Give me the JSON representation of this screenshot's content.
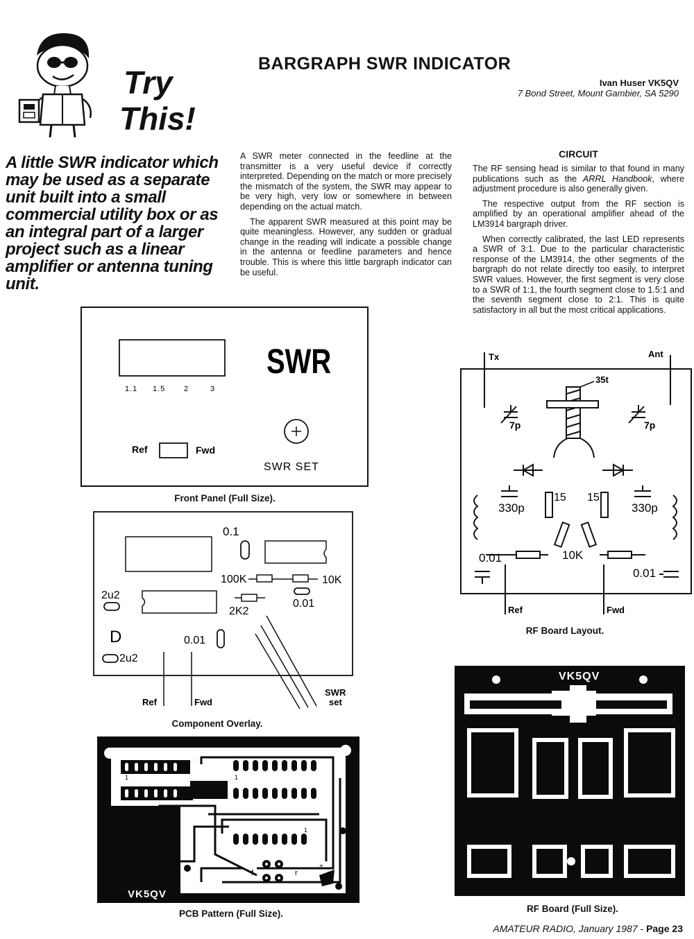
{
  "header": {
    "title": "BARGRAPH SWR INDICATOR",
    "author": "Ivan Huser VK5QV",
    "address": "7 Bond Street, Mount Gambier, SA 5290",
    "try_line1": "Try",
    "try_line2": "This!"
  },
  "intro": "A little SWR indicator which may be used as a separate unit built into a small commercial utility box or as an integral part of a larger project such as a linear amplifier or antenna tuning unit.",
  "column1": [
    "A SWR meter connected in the feedline at the transmitter is a very useful device if correctly interpreted. Depending on the match or more precisely the mismatch of the system, the SWR may appear to be very high, very low or somewhere in between depending on the actual match.",
    "The apparent SWR measured at this point may be quite meaningless. However, any sudden or gradual change in the reading will indicate a possible change in the antenna or feedline parameters and hence trouble. This is where this little bargraph indicator can be useful."
  ],
  "circuit": {
    "heading": "CIRCUIT",
    "p1_a": "The RF sensing head is similar to that found in many publications such as the ",
    "p1_em": "ARRL Handbook",
    "p1_b": ", where adjustment procedure is also generally given.",
    "p2": "The respective output from the RF section is amplified by an operational amplifier ahead of the LM3914 bargraph driver.",
    "p3": "When correctly calibrated, the last LED represents a SWR of 3:1. Due to the particular characteristic response of the LM3914, the other segments of the bargraph do not relate directly too easily, to interpret SWR values. However, the first segment is very close to a SWR of 1:1, the fourth segment close to 1.5:1 and the seventh segment close to 2:1. This is quite satisfactory in all but the most critical applications."
  },
  "front_panel": {
    "scale": [
      "1.1",
      "1.5",
      "2",
      "3"
    ],
    "swr": "SWR",
    "ref": "Ref",
    "fwd": "Fwd",
    "swr_set": "SWR SET",
    "caption": "Front Panel (Full Size)."
  },
  "overlay": {
    "labels": {
      "c01_top": "0.1",
      "r100k": "100K",
      "r10k": "10K",
      "c2u2_a": "2u2",
      "c001_a": "0.01",
      "r2k2": "2K2",
      "d": "D",
      "c001_b": "0.01",
      "c2u2_b": "2u2",
      "ref": "Ref",
      "fwd": "Fwd",
      "swr": "SWR",
      "set": "set"
    },
    "caption": "Component Overlay."
  },
  "pcb": {
    "label": "VK5QV",
    "pin1": "1",
    "f": "f",
    "r": "r",
    "plus": "+",
    "caption": "PCB Pattern (Full Size)."
  },
  "rf_layout": {
    "tx": "Tx",
    "ant": "Ant",
    "turns": "35t",
    "c7p": "7p",
    "c330p": "330p",
    "r15": "15",
    "r10k": "10K",
    "c001": "0.01",
    "ref": "Ref",
    "fwd": "Fwd",
    "caption": "RF Board Layout."
  },
  "rf_board": {
    "label": "VK5QV",
    "caption": "RF Board (Full Size)."
  },
  "footer": {
    "magazine": "AMATEUR RADIO",
    "issue": ", January 1987 - ",
    "page": "Page 23"
  }
}
